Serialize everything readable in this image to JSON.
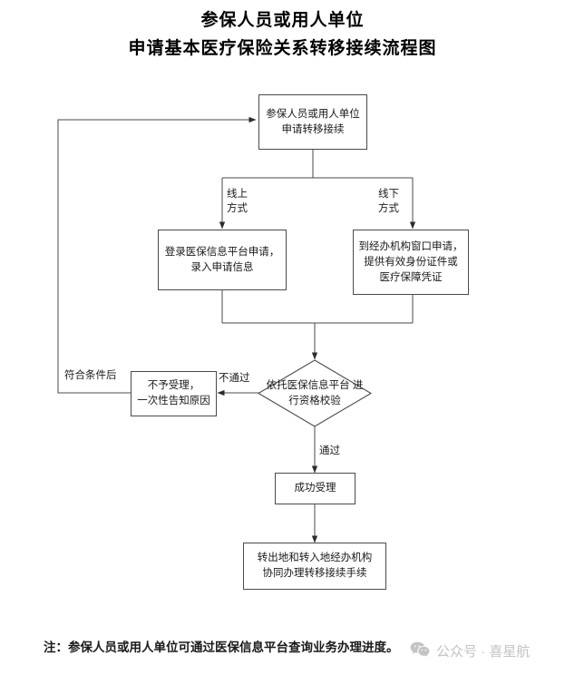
{
  "document": {
    "title_line_1": "参保人员或用人单位",
    "title_line_2": "申请基本医疗保险关系转移接续流程图"
  },
  "flowchart": {
    "nodes": [
      {
        "id": "start",
        "shape": "rect",
        "lines": [
          "参保人员或用人单位",
          "申请转移接续"
        ]
      },
      {
        "id": "online",
        "shape": "rect",
        "lines": [
          "登录医保信息平台申请，",
          "录入申请信息"
        ]
      },
      {
        "id": "offline",
        "shape": "rect",
        "lines": [
          "到经办机构窗口申请，",
          "提供有效身份证件或",
          "医疗保障凭证"
        ]
      },
      {
        "id": "verify",
        "shape": "diamond",
        "lines": [
          "依托医保信息平台",
          "进行资格校验"
        ]
      },
      {
        "id": "reject",
        "shape": "rect",
        "lines": [
          "不予受理，",
          "一次性告知原因"
        ]
      },
      {
        "id": "accepted",
        "shape": "rect",
        "lines": [
          "成功受理"
        ]
      },
      {
        "id": "transfer",
        "shape": "rect",
        "lines": [
          "转出地和转入地经办机构",
          "协同办理转移接续手续"
        ]
      }
    ],
    "edge_labels": {
      "online_branch": [
        "线上",
        "方式"
      ],
      "offline_branch": [
        "线下",
        "方式"
      ],
      "fail": "不通过",
      "pass": "通过",
      "loop_back": "符合条件后"
    }
  },
  "footer": {
    "note": "注：参保人员或用人单位可通过医保信息平台查询业务办理进度。",
    "watermark_text": "公众号 · 喜星航",
    "watermark_icon": "wechat-icon"
  },
  "colors": {
    "stroke": "#4a4a4a",
    "text": "#1a1a1a",
    "background": "#ffffff",
    "watermark": "#c3c3c3"
  }
}
